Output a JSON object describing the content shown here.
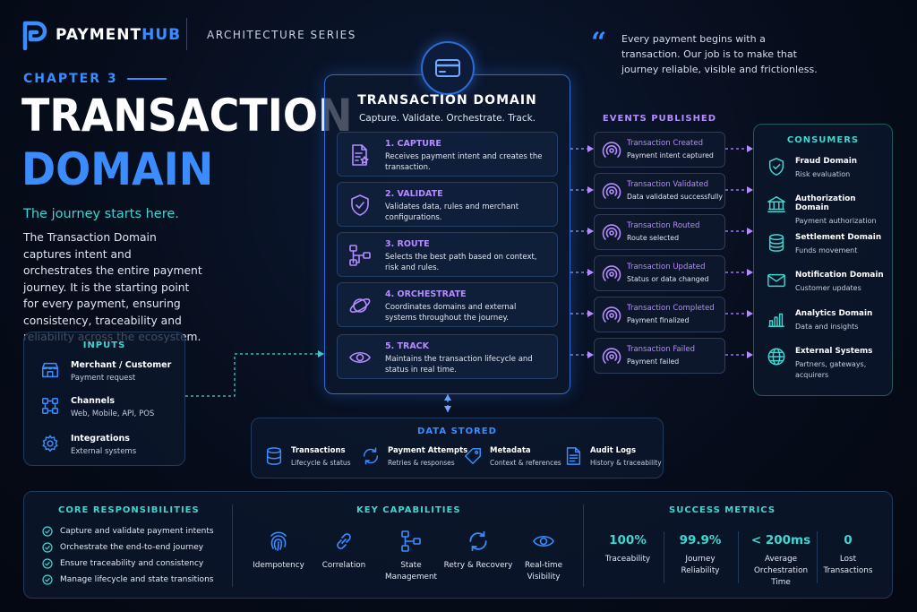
{
  "header": {
    "brand_main": "PAYMENT",
    "brand_accent": "HUB",
    "series": "ARCHITECTURE SERIES"
  },
  "hero": {
    "chapter": "CHAPTER 3",
    "title_line1": "TRANSACTION",
    "title_line2": "DOMAIN",
    "tagline": "The journey starts here.",
    "intro": "The Transaction Domain captures intent and orchestrates the entire payment journey. It is the starting point for every payment, ensuring consistency, traceability and reliability across the ecosystem."
  },
  "quote": {
    "text": "Every payment begins with a transaction. Our job is to make that journey reliable, visible and frictionless."
  },
  "inputs": {
    "title": "INPUTS",
    "items": [
      {
        "name": "Merchant / Customer",
        "desc": "Payment request",
        "icon": "storefront-icon"
      },
      {
        "name": "Channels",
        "desc": "Web, Mobile, API, POS",
        "icon": "channels-grid-icon"
      },
      {
        "name": "Integrations",
        "desc": "External systems",
        "icon": "gear-icon"
      }
    ]
  },
  "domain": {
    "title": "TRANSACTION DOMAIN",
    "subtitle": "Capture. Validate. Orchestrate. Track.",
    "icon": "credit-card-icon",
    "steps": [
      {
        "title": "1. CAPTURE",
        "desc": "Receives payment intent and creates the transaction.",
        "icon": "document-star-icon"
      },
      {
        "title": "2. VALIDATE",
        "desc": "Validates data, rules and merchant configurations.",
        "icon": "shield-check-icon"
      },
      {
        "title": "3. ROUTE",
        "desc": "Selects the best path based on context, risk and rules.",
        "icon": "route-flow-icon"
      },
      {
        "title": "4. ORCHESTRATE",
        "desc": "Coordinates domains and external systems throughout the journey.",
        "icon": "planet-orbit-icon"
      },
      {
        "title": "5. TRACK",
        "desc": "Maintains the transaction lifecycle and status in real time.",
        "icon": "eye-icon"
      }
    ]
  },
  "events": {
    "title": "EVENTS PUBLISHED",
    "items": [
      {
        "name": "Transaction Created",
        "desc": "Payment intent captured"
      },
      {
        "name": "Transaction Validated",
        "desc": "Data validated successfully"
      },
      {
        "name": "Transaction Routed",
        "desc": "Route selected"
      },
      {
        "name": "Transaction Updated",
        "desc": "Status or data changed"
      },
      {
        "name": "Transaction Completed",
        "desc": "Payment finalized"
      },
      {
        "name": "Transaction Failed",
        "desc": "Payment failed"
      }
    ],
    "icon": "broadcast-signal-icon"
  },
  "consumers": {
    "title": "CONSUMERS",
    "items": [
      {
        "name": "Fraud Domain",
        "desc": "Risk evaluation",
        "icon": "shield-check-icon"
      },
      {
        "name": "Authorization Domain",
        "desc": "Payment authorization",
        "icon": "bank-icon"
      },
      {
        "name": "Settlement Domain",
        "desc": "Funds movement",
        "icon": "coin-stack-icon"
      },
      {
        "name": "Notification Domain",
        "desc": "Customer updates",
        "icon": "envelope-icon"
      },
      {
        "name": "Analytics Domain",
        "desc": "Data and insights",
        "icon": "bar-chart-icon"
      },
      {
        "name": "External Systems",
        "desc": "Partners, gateways, acquirers",
        "icon": "globe-icon"
      }
    ]
  },
  "data_stored": {
    "title": "DATA STORED",
    "items": [
      {
        "name": "Transactions",
        "desc": "Lifecycle & status",
        "icon": "database-icon"
      },
      {
        "name": "Payment Attempts",
        "desc": "Retries & responses",
        "icon": "retry-arrows-icon"
      },
      {
        "name": "Metadata",
        "desc": "Context & references",
        "icon": "tag-icon"
      },
      {
        "name": "Audit Logs",
        "desc": "History & traceability",
        "icon": "log-document-icon"
      }
    ]
  },
  "responsibilities": {
    "title": "CORE RESPONSIBILITIES",
    "items": [
      "Capture and validate payment intents",
      "Orchestrate the end-to-end journey",
      "Ensure traceability and consistency",
      "Manage lifecycle and state transitions"
    ]
  },
  "capabilities": {
    "title": "KEY CAPABILITIES",
    "items": [
      {
        "label": "Idempotency",
        "icon": "fingerprint-icon"
      },
      {
        "label": "Correlation",
        "icon": "chain-link-icon"
      },
      {
        "label": "State Management",
        "icon": "state-flow-icon"
      },
      {
        "label": "Retry & Recovery",
        "icon": "retry-arrows-icon"
      },
      {
        "label": "Real-time Visibility",
        "icon": "eye-icon"
      }
    ]
  },
  "metrics": {
    "title": "SUCCESS METRICS",
    "items": [
      {
        "value": "100%",
        "label": "Traceability"
      },
      {
        "value": "99.9%",
        "label": "Journey Reliability"
      },
      {
        "value": "< 200ms",
        "label": "Average Orchestration Time"
      },
      {
        "value": "0",
        "label": "Lost Transactions"
      }
    ]
  },
  "colors": {
    "accent_blue": "#3b8dff",
    "accent_teal": "#3dd6d0",
    "accent_purple": "#b48cff",
    "background": "#060c1a"
  }
}
